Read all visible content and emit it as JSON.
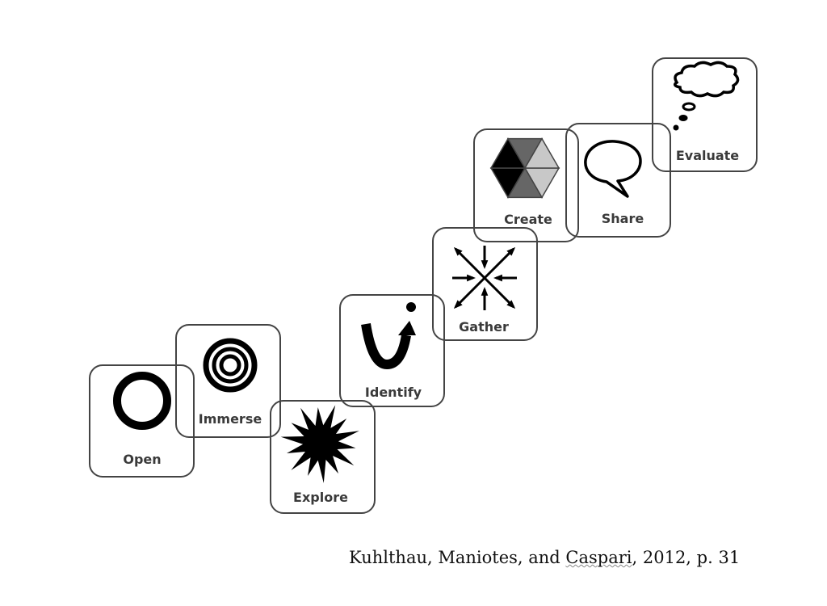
{
  "stages": [
    {
      "label": "Open",
      "icon": "ring-icon"
    },
    {
      "label": "Immerse",
      "icon": "concentric-circles-icon"
    },
    {
      "label": "Explore",
      "icon": "starburst-icon"
    },
    {
      "label": "Identify",
      "icon": "u-turn-arrow-icon"
    },
    {
      "label": "Gather",
      "icon": "arrows-converge-icon"
    },
    {
      "label": "Create",
      "icon": "hexagon-icon"
    },
    {
      "label": "Share",
      "icon": "speech-bubble-icon"
    },
    {
      "label": "Evaluate",
      "icon": "thought-cloud-icon"
    }
  ],
  "citation": {
    "before": "Kuhlthau, Maniotes, and ",
    "flagged": "Caspari",
    "after": ", 2012, p. 31"
  },
  "colors": {
    "outline": "#444444",
    "black": "#000000",
    "dark_grey": "#666666",
    "light_grey": "#c8c8c8"
  }
}
